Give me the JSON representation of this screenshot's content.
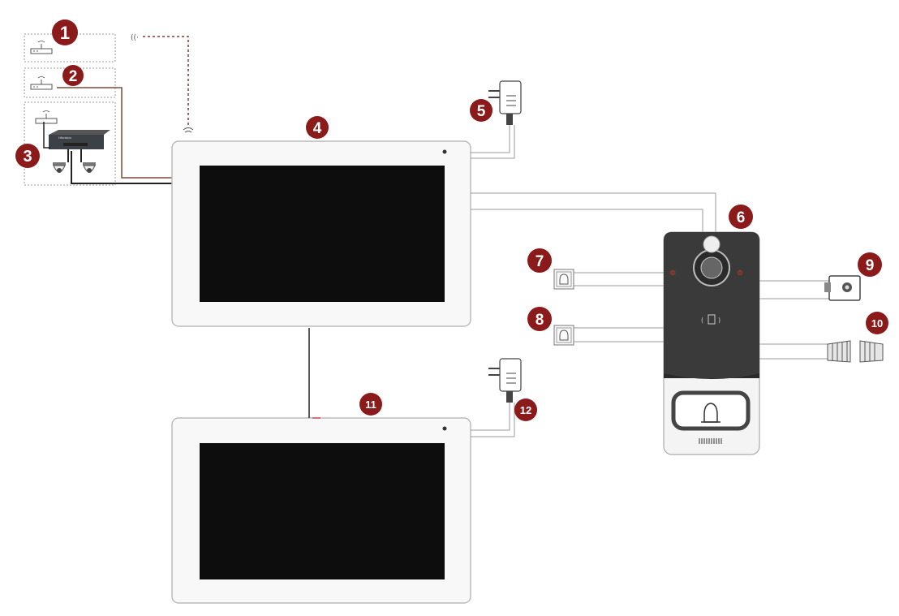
{
  "badges": {
    "b1": "1",
    "b2": "2",
    "b3": "3",
    "b4": "4",
    "b5": "5",
    "b6": "6",
    "b7": "7",
    "b8": "8",
    "b9": "9",
    "b10": "10",
    "b11": "11",
    "b12": "12"
  },
  "switch_brand": "Hikvision",
  "colors": {
    "badge": "#8b1a1a",
    "wire": "#9a9a9a",
    "wire_dark": "#222222",
    "wire_brown": "#7a4a3a",
    "dotted": "#7a3a3a",
    "screen": "#0d0d0d",
    "doorbell_body": "#3a3a3a"
  },
  "icons": [
    "wifi-router-icon",
    "poe-switch-icon",
    "dome-camera-icon",
    "power-adapter-icon",
    "exit-button-icon",
    "electric-lock-icon",
    "gate-icon",
    "bell-icon",
    "wifi-signal-icon",
    "rfid-icon"
  ]
}
